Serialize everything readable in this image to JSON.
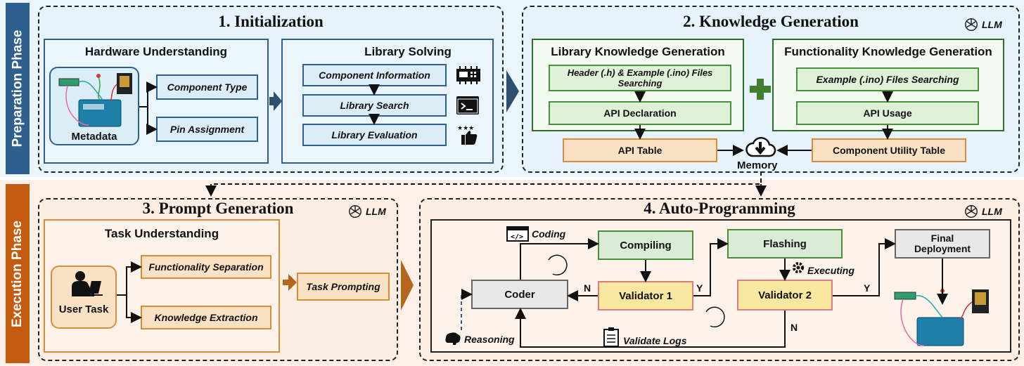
{
  "phases": {
    "preparation": {
      "label": "Preparation Phase",
      "color": "#2f5f8f",
      "bg": "#eaf6fb"
    },
    "execution": {
      "label": "Execution Phase",
      "color": "#c55a11",
      "bg": "#fdf0e8"
    }
  },
  "initialization": {
    "title": "1. Initialization",
    "hardware": {
      "title": "Hardware Understanding",
      "metadata_label": "Metadata",
      "outputs": [
        "Component Type",
        "Pin Assignment"
      ]
    },
    "library": {
      "title": "Library Solving",
      "steps": [
        "Component Information",
        "Library Search",
        "Library Evaluation"
      ],
      "icons": [
        "chip-icon",
        "terminal-icon",
        "rating-thumbs-up-icon"
      ]
    }
  },
  "knowledge": {
    "title": "2. Knowledge Generation",
    "llm_label": "LLM",
    "library_knowledge": {
      "title": "Library Knowledge Generation",
      "steps": [
        "Header (.h) & Example (.ino) Files Searching",
        "API Declaration"
      ],
      "output": "API Table"
    },
    "functionality_knowledge": {
      "title": "Functionality Knowledge Generation",
      "steps": [
        "Example (.ino) Files Searching",
        "API Usage"
      ],
      "output": "Component Utility Table"
    },
    "plus_symbol": "+",
    "memory_label": "Memory"
  },
  "prompt_generation": {
    "title": "3. Prompt Generation",
    "llm_label": "LLM",
    "task_understanding": {
      "title": "Task Understanding",
      "user_task_label": "User Task",
      "outputs": [
        "Functionality Separation",
        "Knowledge Extraction"
      ]
    },
    "task_prompting": "Task Prompting"
  },
  "auto_programming": {
    "title": "4. Auto-Programming",
    "llm_label": "LLM",
    "nodes": {
      "coder": "Coder",
      "compiling": "Compiling",
      "validator1": "Validator 1",
      "flashing": "Flashing",
      "validator2": "Validator 2",
      "final": "Final Deployment"
    },
    "labels": {
      "coding": "Coding",
      "executing": "Executing",
      "reasoning": "Reasoning",
      "validate_logs": "Validate Logs",
      "yes1": "Y",
      "no1": "N",
      "yes2": "Y",
      "no2": "N"
    }
  }
}
